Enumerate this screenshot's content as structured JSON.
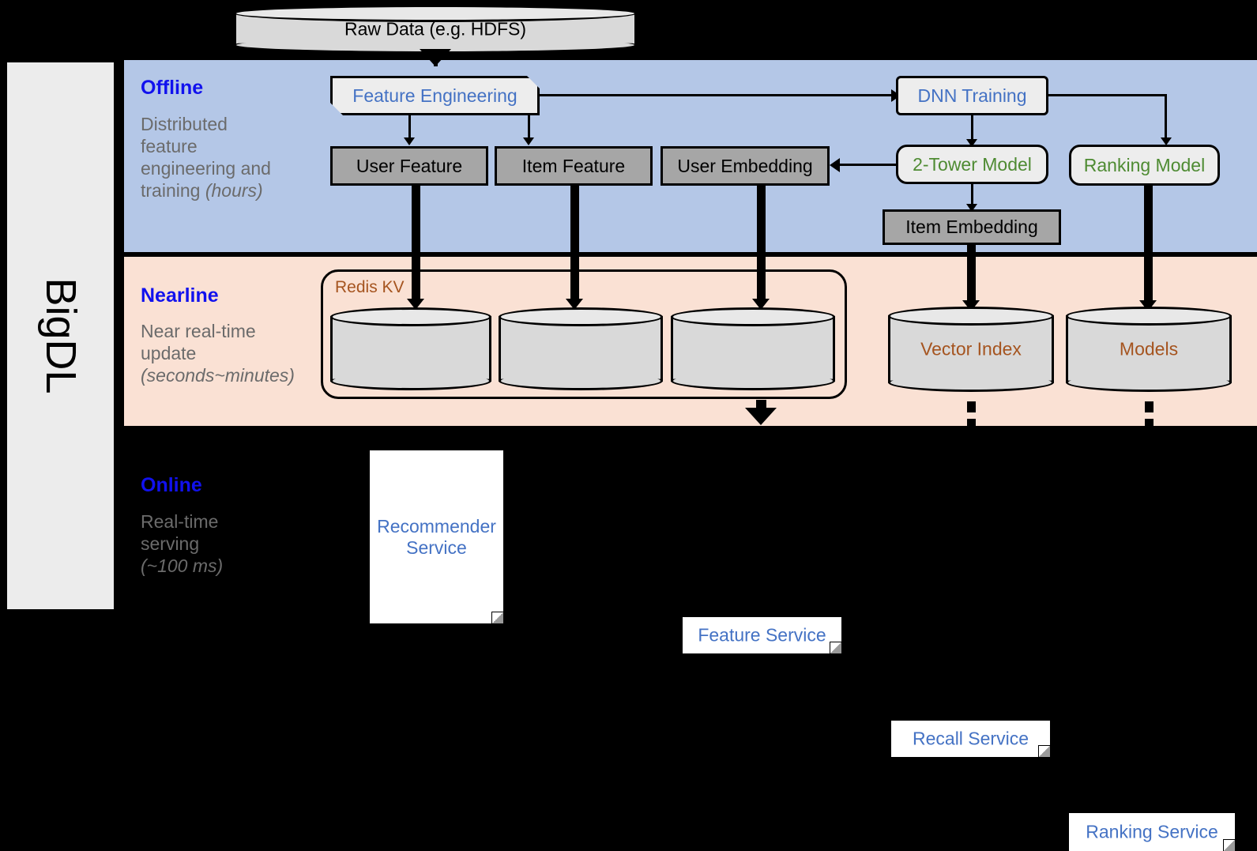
{
  "rail": {
    "label": "BigDL"
  },
  "source": {
    "label": "Raw Data (e.g. HDFS)",
    "icon": "database-cylinder-icon"
  },
  "layers": [
    {
      "id": "offline",
      "title": "Offline",
      "description_line1": "Distributed",
      "description_line2": "feature",
      "description_line3": "engineering and",
      "description_line4_plain": "training ",
      "description_line4_italic": "(hours)",
      "bg_color": "#b4c7e7"
    },
    {
      "id": "nearline",
      "title": "Nearline",
      "description_line1": "Near real-time",
      "description_line2": "update",
      "description_line3_italic": "(seconds~minutes)",
      "bg_color": "#fae1d4"
    },
    {
      "id": "online",
      "title": "Online",
      "description_line1": "Real-time",
      "description_line2": "serving",
      "description_line3_italic": "(~100 ms)",
      "bg_color": "#000000"
    }
  ],
  "offline": {
    "feature_engineering": {
      "label": "Feature Engineering",
      "text_color": "#4472c4"
    },
    "dnn_training": {
      "label": "DNN Training",
      "text_color": "#4472c4"
    },
    "user_feature": {
      "label": "User Feature"
    },
    "item_feature": {
      "label": "Item Feature"
    },
    "user_embedding": {
      "label": "User Embedding"
    },
    "two_tower_model": {
      "label": "2-Tower Model",
      "text_color": "#4e8b32"
    },
    "ranking_model": {
      "label": "Ranking Model",
      "text_color": "#4e8b32"
    },
    "item_embedding": {
      "label": "Item Embedding"
    }
  },
  "nearline": {
    "redis_kv": {
      "label": "Redis KV",
      "text_color": "#a5541f"
    },
    "stores": [
      {
        "label": "",
        "name": "user-feature-store"
      },
      {
        "label": "",
        "name": "item-feature-store"
      },
      {
        "label": "",
        "name": "user-embedding-store"
      }
    ],
    "vector_index": {
      "label": "Vector Index",
      "text_color": "#a5541f"
    },
    "models": {
      "label": "Models",
      "text_color": "#a5541f"
    }
  },
  "online": {
    "recommender_service": {
      "label": "Recommender Service",
      "text_color": "#4472c4"
    },
    "feature_service": {
      "label": "Feature Service",
      "text_color": "#4472c4"
    },
    "recall_service": {
      "label": "Recall Service",
      "text_color": "#4472c4"
    },
    "ranking_service": {
      "label": "Ranking Service",
      "text_color": "#4472c4"
    }
  },
  "colors": {
    "offline_bg": "#b4c7e7",
    "nearline_bg": "#fae1d4",
    "online_bg": "#000000",
    "rail_bg": "#ececec",
    "grey_box": "#a6a6a6",
    "note_box": "#ededed",
    "accent_blue": "#1111ee",
    "label_blue": "#4472c4",
    "label_green": "#4e8b32",
    "label_brown": "#a5541f",
    "desc_grey": "#6b6b6b"
  }
}
